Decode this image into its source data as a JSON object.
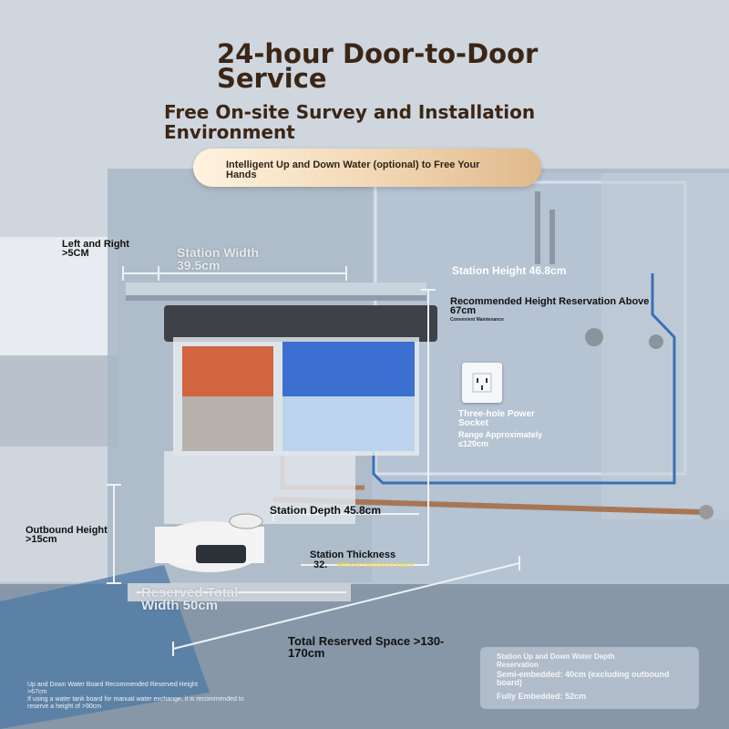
{
  "header": {
    "title": "24-hour Door-to-Door Service",
    "subtitle": "Free On-site Survey and Installation Environment",
    "pill": "Intelligent Up and Down Water (optional) to Free Your Hands"
  },
  "labels": {
    "left_right": "Left and Right >5CM",
    "station_width": "Station Width 39.5cm",
    "station_height": "Station Height 46.8cm",
    "recommended_height": "Recommended Height Reservation Above 67cm",
    "convenient": "Convenient Maintenance",
    "socket": "Three-hole Power Socket",
    "range": "Range Approximately ≤120cm",
    "outbound_height": "Outbound Height >15cm",
    "station_depth": "Station Depth 45.8cm",
    "station_thickness": "Station Thickness",
    "thickness_value": "32.",
    "without_board": "Without Outbound Board",
    "reserved_total": "Reserved Total Width 50cm",
    "total_reserved": "Total Reserved Space >130-170cm"
  },
  "infobox": {
    "title": "Station Up and Down Water Depth Reservation",
    "semi": "Semi-embedded: 40cm (excluding outbound board)",
    "full": "Fully Embedded: 52cm"
  },
  "note": {
    "line1": "Up and Down Water Board Recommended Reserved Height >67cm",
    "line2": "If using a water tank board for manual water exchange, it is recommended to reserve a height of >90cm"
  }
}
